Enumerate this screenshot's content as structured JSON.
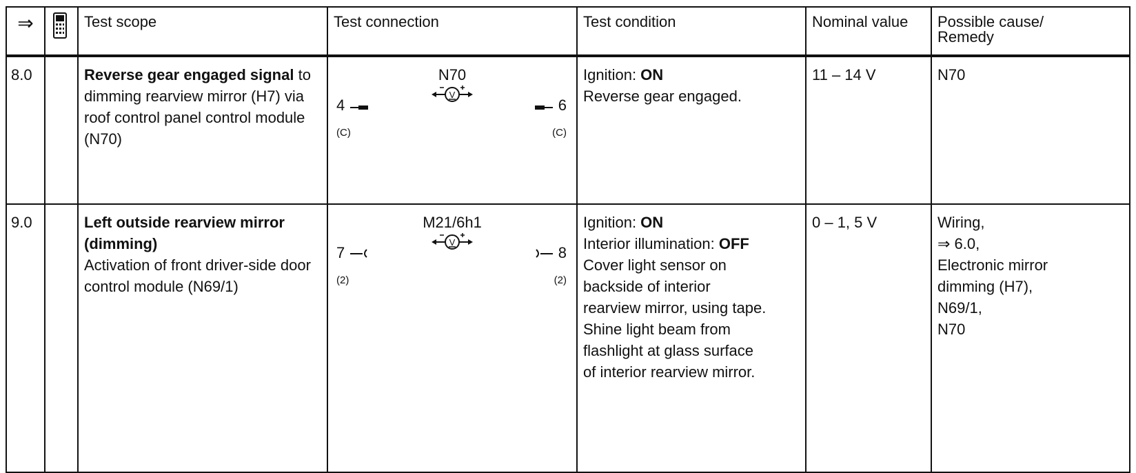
{
  "header": {
    "arrow": "⇒",
    "tester_icon": "tester-icon",
    "test_scope": "Test scope",
    "test_connection": "Test connection",
    "test_condition": "Test condition",
    "nominal_value": "Nominal value",
    "possible_cause_1": "Possible cause/",
    "possible_cause_2": "Remedy"
  },
  "rows": [
    {
      "step": "8.0",
      "scope_bold": "Reverse gear engaged signal",
      "scope_rest": " to dimming rearview mirror (H7) via roof control panel control module (N70)",
      "connection": {
        "module": "N70",
        "pin_left": "4",
        "pin_right": "6",
        "connector_left": "(C)",
        "connector_right": "(C)"
      },
      "condition": {
        "ignition_label": "Ignition:  ",
        "ignition_value": "ON",
        "lines": [
          "Reverse gear engaged."
        ]
      },
      "nominal": "11 – 14 V",
      "cause": [
        "N70"
      ]
    },
    {
      "step": "9.0",
      "scope_bold": "Left outside rearview mirror (dimming)",
      "scope_rest": "Activation of front driver-side door control module (N69/1)",
      "connection": {
        "module": "M21/6h1",
        "pin_left": "7",
        "pin_right": "8",
        "connector_left": "(2)",
        "connector_right": "(2)"
      },
      "condition": {
        "ignition_label": "Ignition:  ",
        "ignition_value": "ON",
        "illum_label": "Interior illumination: ",
        "illum_value": "OFF",
        "lines": [
          "Cover light sensor on",
          "backside of interior",
          "rearview mirror, using tape.",
          "Shine light beam from",
          "flashlight at glass surface",
          "of interior rearview mirror."
        ]
      },
      "nominal": "0 – 1, 5 V",
      "cause": [
        "Wiring,",
        "⇒ 6.0,",
        "Electronic mirror",
        "dimming (H7),",
        "N69/1,",
        "N70"
      ]
    }
  ]
}
